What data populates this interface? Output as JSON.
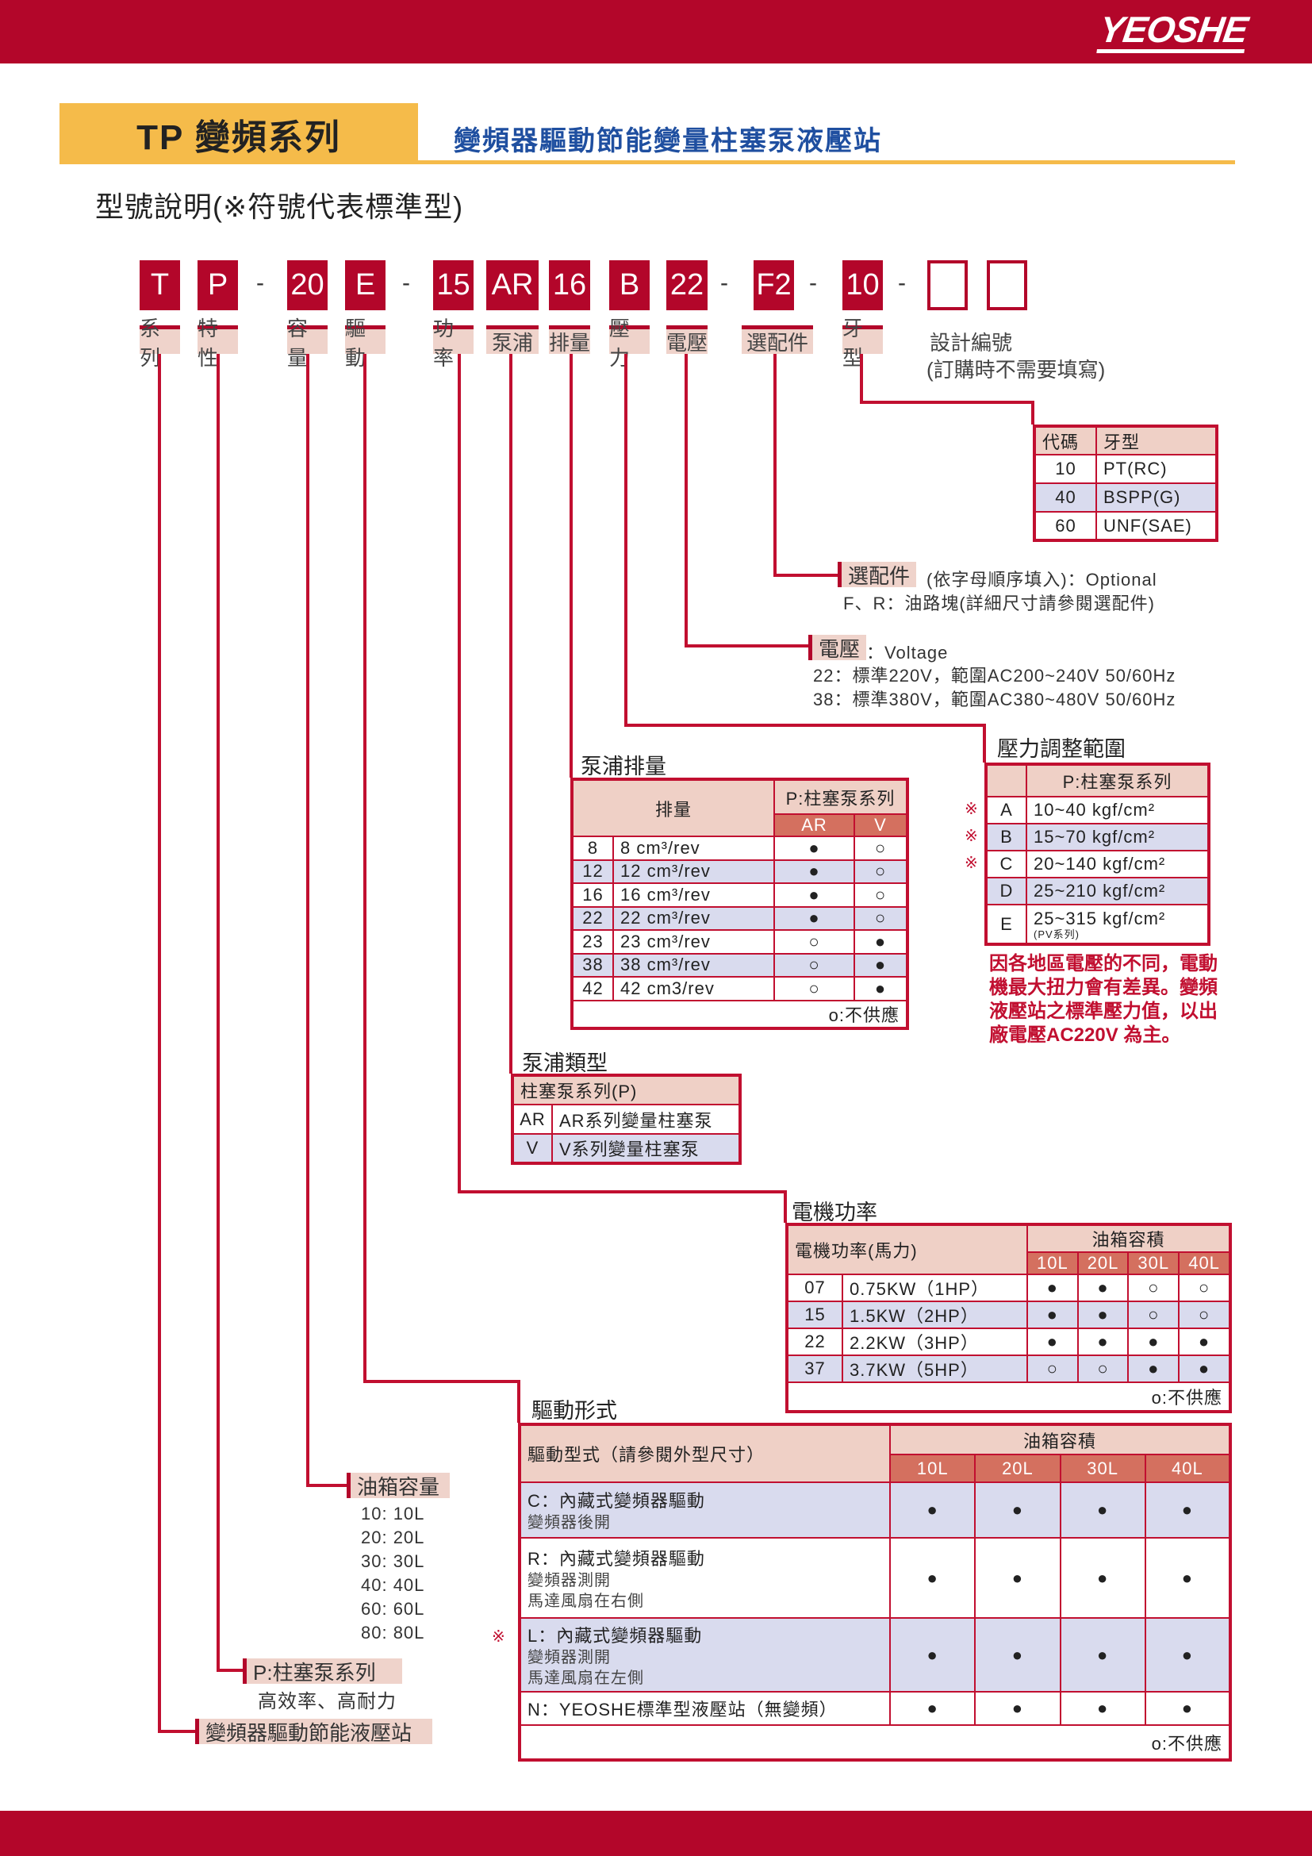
{
  "brand": "YEOSHE",
  "series_title": "TP 變頻系列",
  "series_subtitle": "變頻器驅動節能變量柱塞泵液壓站",
  "heading": "型號說明(※符號代表標準型)",
  "code": {
    "segments": [
      "T",
      "P",
      "-",
      "20",
      "E",
      "-",
      "15",
      "AR",
      "16",
      "B",
      "22",
      "-",
      "F2",
      "-",
      "10",
      "-",
      "",
      ""
    ],
    "labels": [
      "系列",
      "特性",
      "容量",
      "驅動",
      "功率",
      "泵浦",
      "排量",
      "壓力",
      "電壓",
      "選配件",
      "牙型"
    ],
    "design_no": "設計編號",
    "design_note": "(訂購時不需要填寫)"
  },
  "thread": {
    "headers": [
      "代碼",
      "牙型"
    ],
    "rows": [
      {
        "code": "10",
        "type": "PT(RC)"
      },
      {
        "code": "40",
        "type": "BSPP(G)"
      },
      {
        "code": "60",
        "type": "UNF(SAE)"
      }
    ]
  },
  "option": {
    "label": "選配件",
    "desc": "(依字母順序填入)：Optional",
    "line": "F、R：油路塊(詳細尺寸請參閱選配件)"
  },
  "voltage": {
    "label": "電壓",
    "desc": "：Voltage",
    "lines": [
      "22：標準220V，範圍AC200~240V 50/60Hz",
      "38：標準380V，範圍AC380~480V 50/60Hz"
    ]
  },
  "displacement": {
    "title": "泵浦排量",
    "header": "排量",
    "group": "P:柱塞泵系列",
    "sub": [
      "AR",
      "V"
    ],
    "rows": [
      {
        "code": "8",
        "desc": "8 cm³/rev",
        "ar": "●",
        "v": "○"
      },
      {
        "code": "12",
        "desc": "12 cm³/rev",
        "ar": "●",
        "v": "○"
      },
      {
        "code": "16",
        "desc": "16 cm³/rev",
        "ar": "●",
        "v": "○"
      },
      {
        "code": "22",
        "desc": "22 cm³/rev",
        "ar": "●",
        "v": "○"
      },
      {
        "code": "23",
        "desc": "23 cm³/rev",
        "ar": "○",
        "v": "●"
      },
      {
        "code": "38",
        "desc": "38 cm³/rev",
        "ar": "○",
        "v": "●"
      },
      {
        "code": "42",
        "desc": "42 cm3/rev",
        "ar": "○",
        "v": "●"
      }
    ],
    "footer": "o:不供應"
  },
  "pressure": {
    "title": "壓力調整範圍",
    "header": "P:柱塞泵系列",
    "rows": [
      {
        "mark": "※",
        "code": "A",
        "range": "10~40 kgf/cm²"
      },
      {
        "mark": "※",
        "code": "B",
        "range": "15~70 kgf/cm²"
      },
      {
        "mark": "※",
        "code": "C",
        "range": "20~140 kgf/cm²"
      },
      {
        "code": "D",
        "range": "25~210 kgf/cm²"
      },
      {
        "code": "E",
        "range": "25~315 kgf/cm²",
        "note": "(PV系列)"
      }
    ],
    "note": "因各地區電壓的不同，電動機最大扭力會有差異。變頻液壓站之標準壓力值，以出廠電壓AC220V 為主。"
  },
  "pump_type": {
    "title": "泵浦類型",
    "header": "柱塞泵系列(P)",
    "rows": [
      {
        "code": "AR",
        "desc": "AR系列變量柱塞泵"
      },
      {
        "code": "V",
        "desc": "V系列變量柱塞泵"
      }
    ]
  },
  "motor": {
    "title": "電機功率",
    "header": "電機功率(馬力)",
    "group": "油箱容積",
    "sub": [
      "10L",
      "20L",
      "30L",
      "40L"
    ],
    "rows": [
      {
        "code": "07",
        "desc": "0.75KW（1HP）",
        "v": [
          "●",
          "●",
          "○",
          "○"
        ]
      },
      {
        "code": "15",
        "desc": "1.5KW（2HP）",
        "v": [
          "●",
          "●",
          "○",
          "○"
        ]
      },
      {
        "code": "22",
        "desc": "2.2KW（3HP）",
        "v": [
          "●",
          "●",
          "●",
          "●"
        ]
      },
      {
        "code": "37",
        "desc": "3.7KW（5HP）",
        "v": [
          "○",
          "○",
          "●",
          "●"
        ]
      }
    ],
    "footer": "o:不供應"
  },
  "drive": {
    "title": "驅動形式",
    "header": "驅動型式（請參閱外型尺寸）",
    "group": "油箱容積",
    "sub": [
      "10L",
      "20L",
      "30L",
      "40L"
    ],
    "rows": [
      {
        "title": "C：內藏式變頻器驅動",
        "notes": [
          "變頻器後開"
        ],
        "v": [
          "●",
          "●",
          "●",
          "●"
        ]
      },
      {
        "title": "R：內藏式變頻器驅動",
        "notes": [
          "變頻器測開",
          "馬達風扇在右側"
        ],
        "v": [
          "●",
          "●",
          "●",
          "●"
        ]
      },
      {
        "mark": "※",
        "title": "L：內藏式變頻器驅動",
        "notes": [
          "變頻器測開",
          "馬達風扇在左側"
        ],
        "v": [
          "●",
          "●",
          "●",
          "●"
        ]
      },
      {
        "title": "N：YEOSHE標準型液壓站（無變頻）",
        "notes": [],
        "v": [
          "●",
          "●",
          "●",
          "●"
        ]
      }
    ],
    "footer": "o:不供應"
  },
  "tank": {
    "label": "油箱容量",
    "items": [
      "10: 10L",
      "20: 20L",
      "30: 30L",
      "40: 40L",
      "60: 60L",
      "80: 80L"
    ]
  },
  "feature": {
    "label": "P:柱塞泵系列",
    "desc": "高效率、高耐力"
  },
  "series": {
    "label": "變頻器驅動節能液壓站"
  }
}
